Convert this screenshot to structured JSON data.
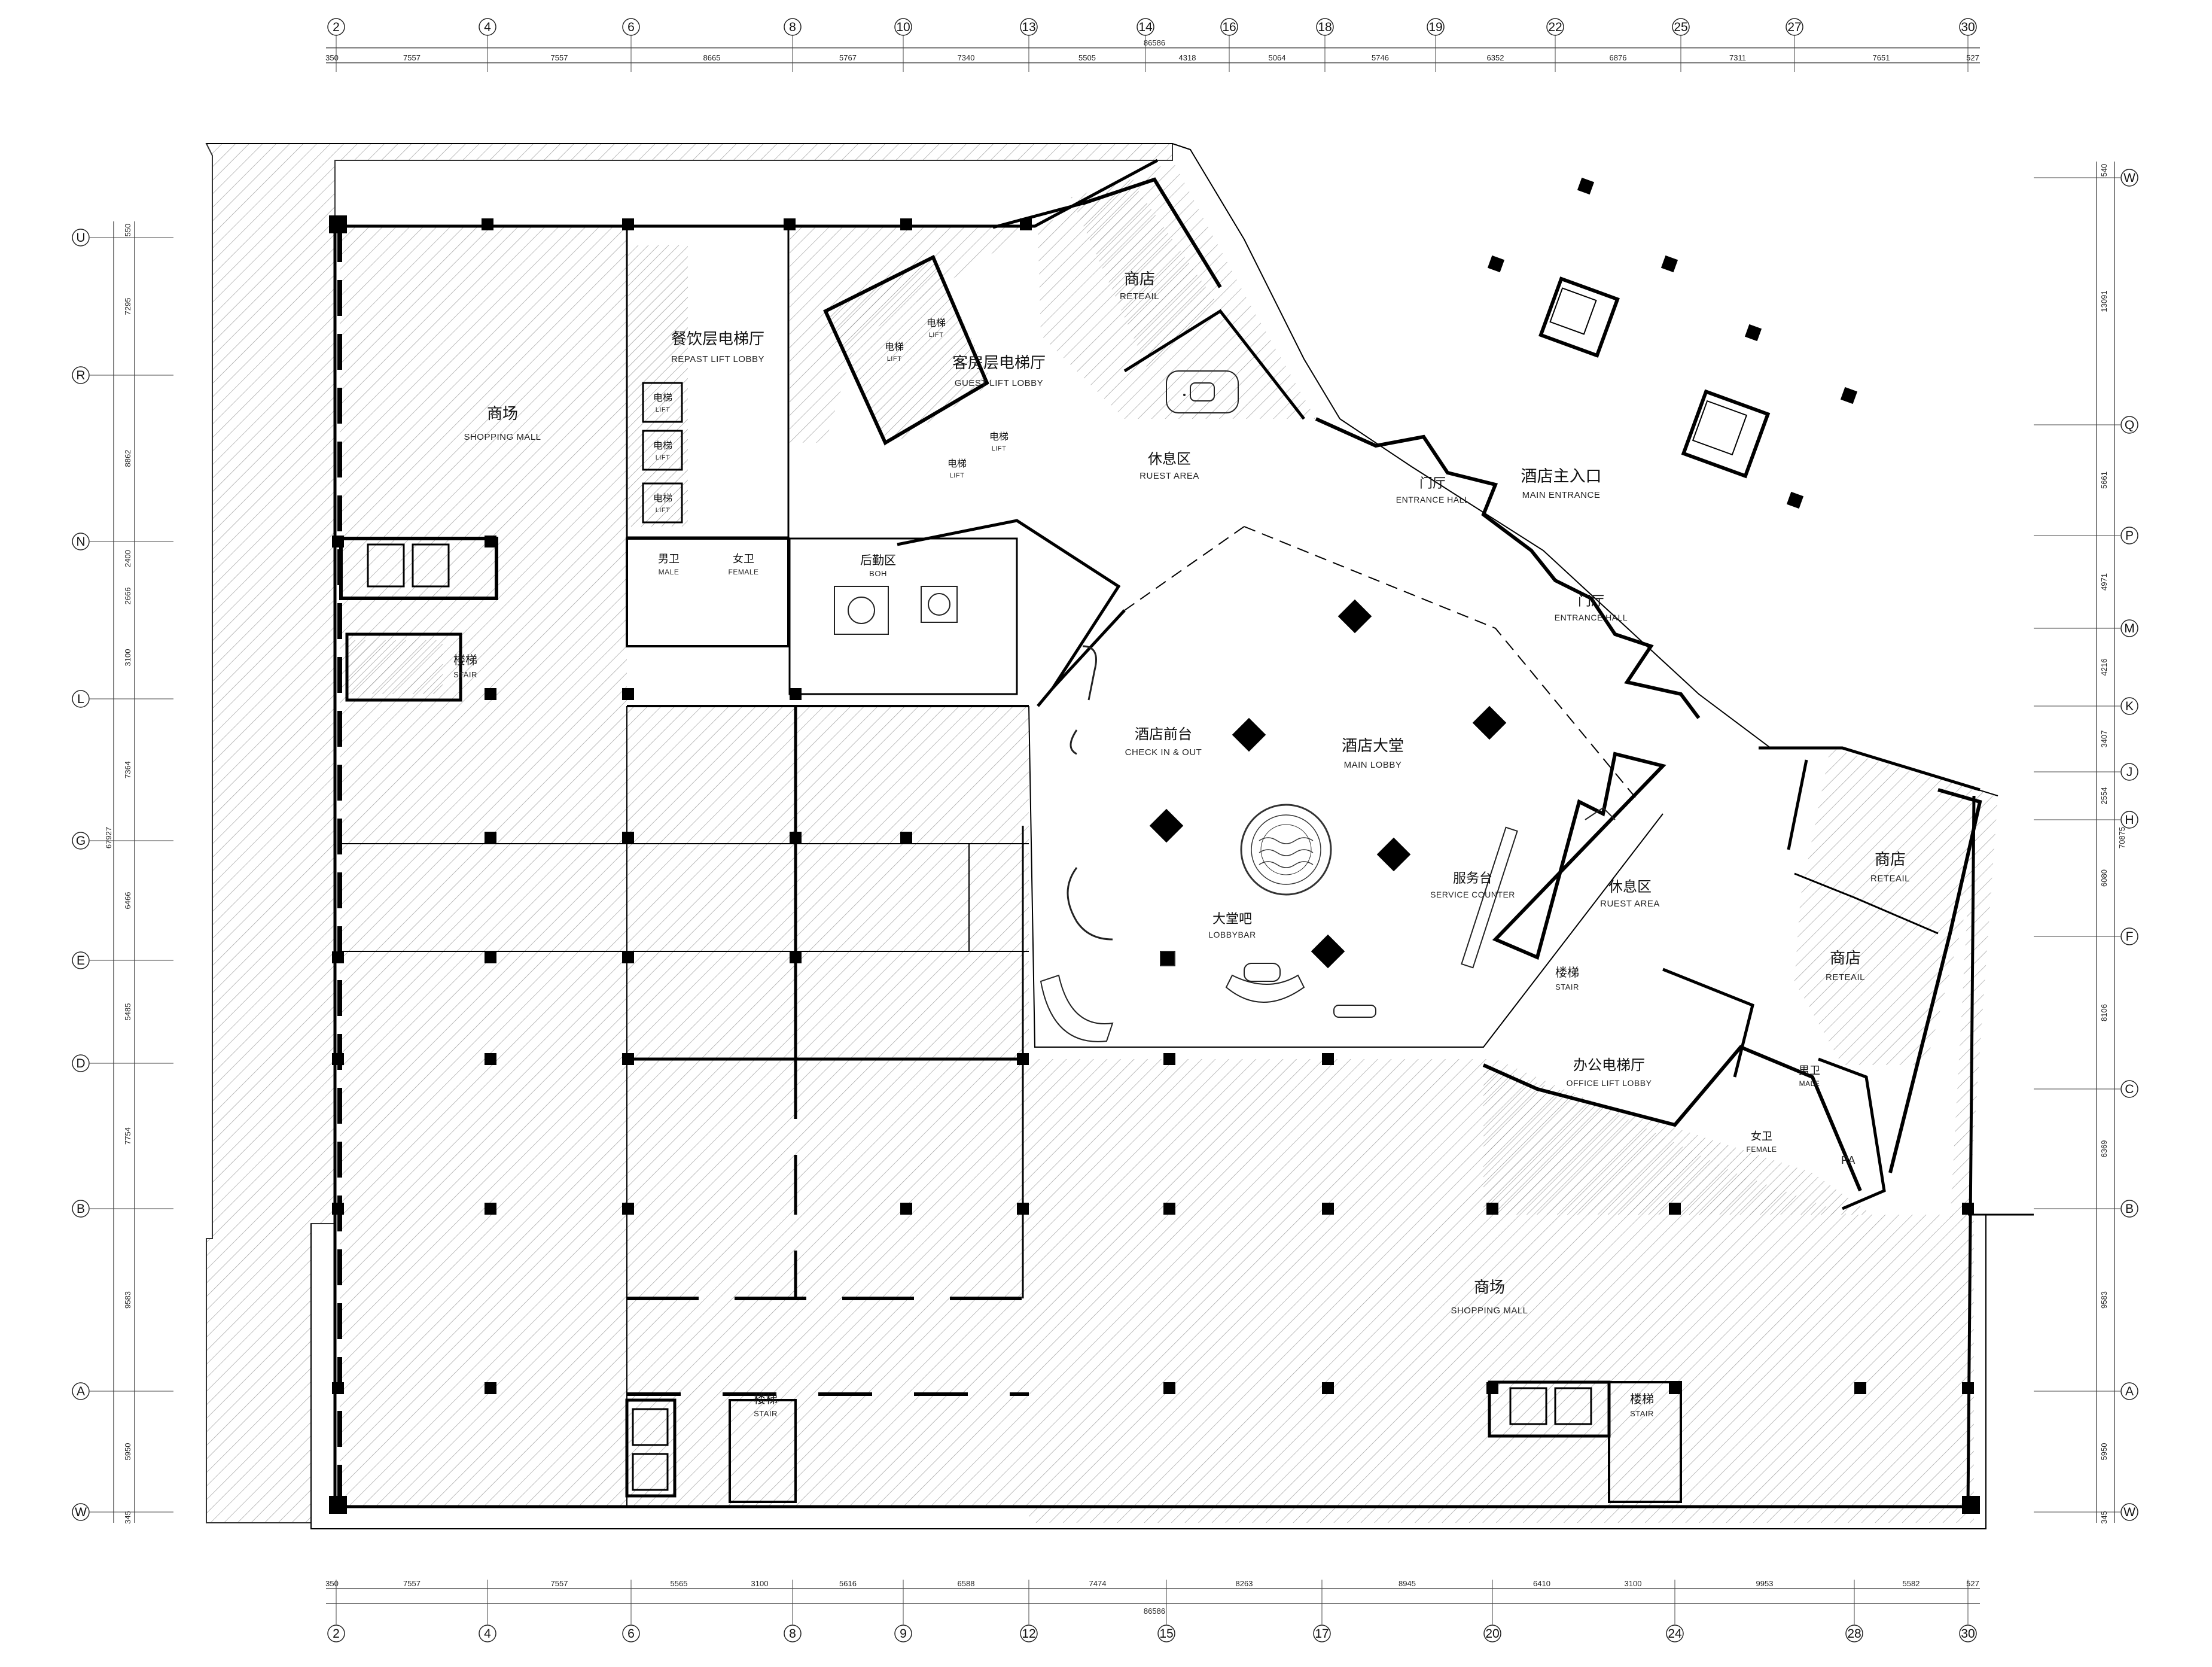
{
  "top_axis": {
    "labels": [
      "2",
      "4",
      "6",
      "8",
      "10",
      "13",
      "14",
      "16",
      "18",
      "19",
      "22",
      "25",
      "27",
      "30"
    ],
    "segments": [
      "350",
      "7557",
      "7557",
      "8665",
      "5767",
      "7340",
      "5505",
      "4318",
      "5064",
      "5746",
      "6352",
      "6876",
      "7311",
      "7651",
      "527"
    ],
    "total": "86586"
  },
  "bottom_axis": {
    "labels": [
      "2",
      "4",
      "6",
      "8",
      "9",
      "12",
      "15",
      "17",
      "20",
      "24",
      "28",
      "30"
    ],
    "segments": [
      "350",
      "7557",
      "7557",
      "5565",
      "3100",
      "5616",
      "6588",
      "7474",
      "8263",
      "8945",
      "6410",
      "3100",
      "9953",
      "5582",
      "527"
    ],
    "total": "86586"
  },
  "left_axis": {
    "labels": [
      "U",
      "R",
      "N",
      "L",
      "G",
      "E",
      "D",
      "B",
      "A",
      "W"
    ],
    "segments": [
      "550",
      "7295",
      "8862",
      "2400",
      "2666",
      "3100",
      "7364",
      "6466",
      "5485",
      "7754",
      "9583",
      "5950",
      "345"
    ],
    "total": "67927"
  },
  "right_axis": {
    "labels": [
      "W",
      "Q",
      "P",
      "M",
      "K",
      "J",
      "H",
      "F",
      "C",
      "B",
      "A",
      "W"
    ],
    "segments": [
      "540",
      "13091",
      "5661",
      "4971",
      "4216",
      "3407",
      "2554",
      "6080",
      "8106",
      "6369",
      "9583",
      "5950",
      "345"
    ],
    "total": "70875"
  },
  "rooms": {
    "mall_left": {
      "cn": "商场",
      "en": "SHOPPING MALL"
    },
    "mall_bottom": {
      "cn": "商场",
      "en": "SHOPPING MALL"
    },
    "repast_lift": {
      "cn": "餐饮层电梯厅",
      "en": "REPAST LIFT LOBBY"
    },
    "guest_lift": {
      "cn": "客房层电梯厅",
      "en": "GUEST LIFT LOBBY"
    },
    "office_lift": {
      "cn": "办公电梯厅",
      "en": "OFFICE LIFT LOBBY"
    },
    "retail_top": {
      "cn": "商店",
      "en": "RETEAIL"
    },
    "retail_right1": {
      "cn": "商店",
      "en": "RETEAIL"
    },
    "retail_right2": {
      "cn": "商店",
      "en": "RETEAIL"
    },
    "rest_top": {
      "cn": "休息区",
      "en": "RUEST AREA"
    },
    "rest_right": {
      "cn": "休息区",
      "en": "RUEST AREA"
    },
    "main_lobby": {
      "cn": "酒店大堂",
      "en": "MAIN LOBBY"
    },
    "check_in": {
      "cn": "酒店前台",
      "en": "CHECK IN & OUT"
    },
    "lobby_bar": {
      "cn": "大堂吧",
      "en": "LOBBYBAR"
    },
    "service": {
      "cn": "服务台",
      "en": "SERVICE COUNTER"
    },
    "main_entrance": {
      "cn": "酒店主入口",
      "en": "MAIN ENTRANCE"
    },
    "entrance_hall_1": {
      "cn": "门厅",
      "en": "ENTRANCE HALL"
    },
    "entrance_hall_2": {
      "cn": "门厅",
      "en": "ENTRANCE HALL"
    },
    "boh": {
      "cn": "后勤区",
      "en": "BOH"
    },
    "male_left": {
      "cn": "男卫",
      "en": "MALE"
    },
    "female_left": {
      "cn": "女卫",
      "en": "FEMALE"
    },
    "male_right": {
      "cn": "男卫",
      "en": "MALE"
    },
    "female_right": {
      "cn": "女卫",
      "en": "FEMALE"
    },
    "stair_mid": {
      "cn": "楼梯",
      "en": "STAIR"
    },
    "stair_right": {
      "cn": "楼梯",
      "en": "STAIR"
    },
    "stair_bottom1": {
      "cn": "楼梯",
      "en": "STAIR"
    },
    "stair_bottom2": {
      "cn": "楼梯",
      "en": "STAIR"
    },
    "pa": {
      "cn": "",
      "en": "PA"
    }
  },
  "lifts": {
    "cn": "电梯",
    "en": "LIFT"
  }
}
